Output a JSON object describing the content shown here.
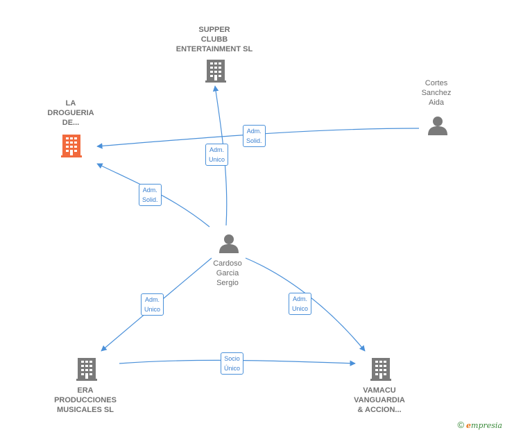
{
  "nodes": {
    "supper": {
      "label": "SUPPER\nCLUBB\nENTERTAINMENT SL",
      "type": "company"
    },
    "drogueria": {
      "label": "LA\nDROGUERIA\nDE...",
      "type": "company",
      "highlight": "#f26a3d"
    },
    "cortes": {
      "label": "Cortes\nSanchez\nAida",
      "type": "person"
    },
    "cardoso": {
      "label": "Cardoso\nGarcia\nSergio",
      "type": "person"
    },
    "era": {
      "label": "ERA\nPRODUCCIONES\nMUSICALES SL",
      "type": "company"
    },
    "vamacu": {
      "label": "VAMACU\nVANGUARDIA\n& ACCION...",
      "type": "company"
    }
  },
  "edges": {
    "cortes_drogueria": "Adm.\nSolid.",
    "cardoso_supper": "Adm.\nUnico",
    "cardoso_drogueria": "Adm.\nSolid.",
    "cardoso_era": "Adm.\nUnico",
    "cardoso_vamacu": "Adm.\nUnico",
    "era_vamacu": "Socio\nÚnico"
  },
  "colors": {
    "edge": "#4a90d9",
    "icon": "#7a7a7a",
    "highlight": "#f26a3d"
  },
  "icons": {
    "company": "building-icon",
    "person": "person-icon",
    "brand": "copyright-icon"
  },
  "brand": {
    "symbol": "©",
    "e": "e",
    "rest": "mpresia"
  }
}
